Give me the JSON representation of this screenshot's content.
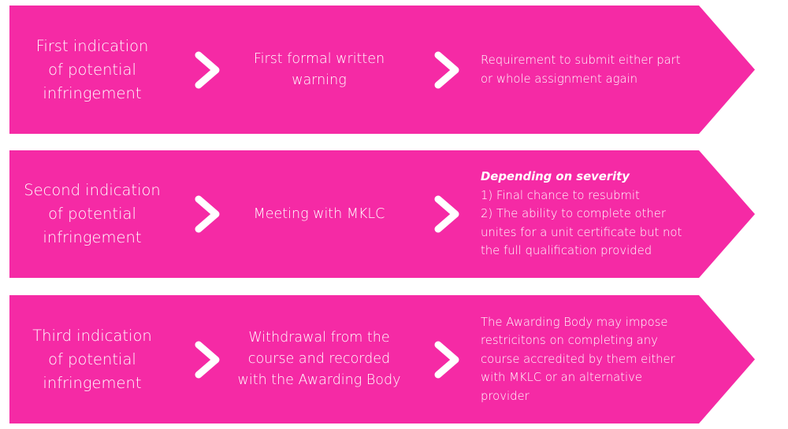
{
  "rows": [
    {
      "stage": "First indication\nof potential\ninfringement",
      "action": "First formal written\nwarning",
      "outcome": "Requirement to submit either part\nor whole assignment again"
    },
    {
      "stage": "Second indication\nof potential\ninfringement",
      "action": "Meeting with MKLC",
      "outcome_heading": "Depending on severity",
      "outcome": "1) Final chance to resubmit\n2) The ability to complete other\nunites for a unit certificate but not\nthe full qualification provided"
    },
    {
      "stage": "Third indication\nof potential\ninfringement",
      "action": "Withdrawal from the\ncourse and recorded\nwith the Awarding Body",
      "outcome": "The Awarding Body may impose\nrestricitons on completing any\ncourse accredited by them either\nwith MKLC or an alternative\nprovider"
    }
  ],
  "colors": {
    "arrow_fill": "#f52aa5",
    "text": "#ffffff"
  },
  "icons": {
    "separator": "chevron-right-icon"
  }
}
